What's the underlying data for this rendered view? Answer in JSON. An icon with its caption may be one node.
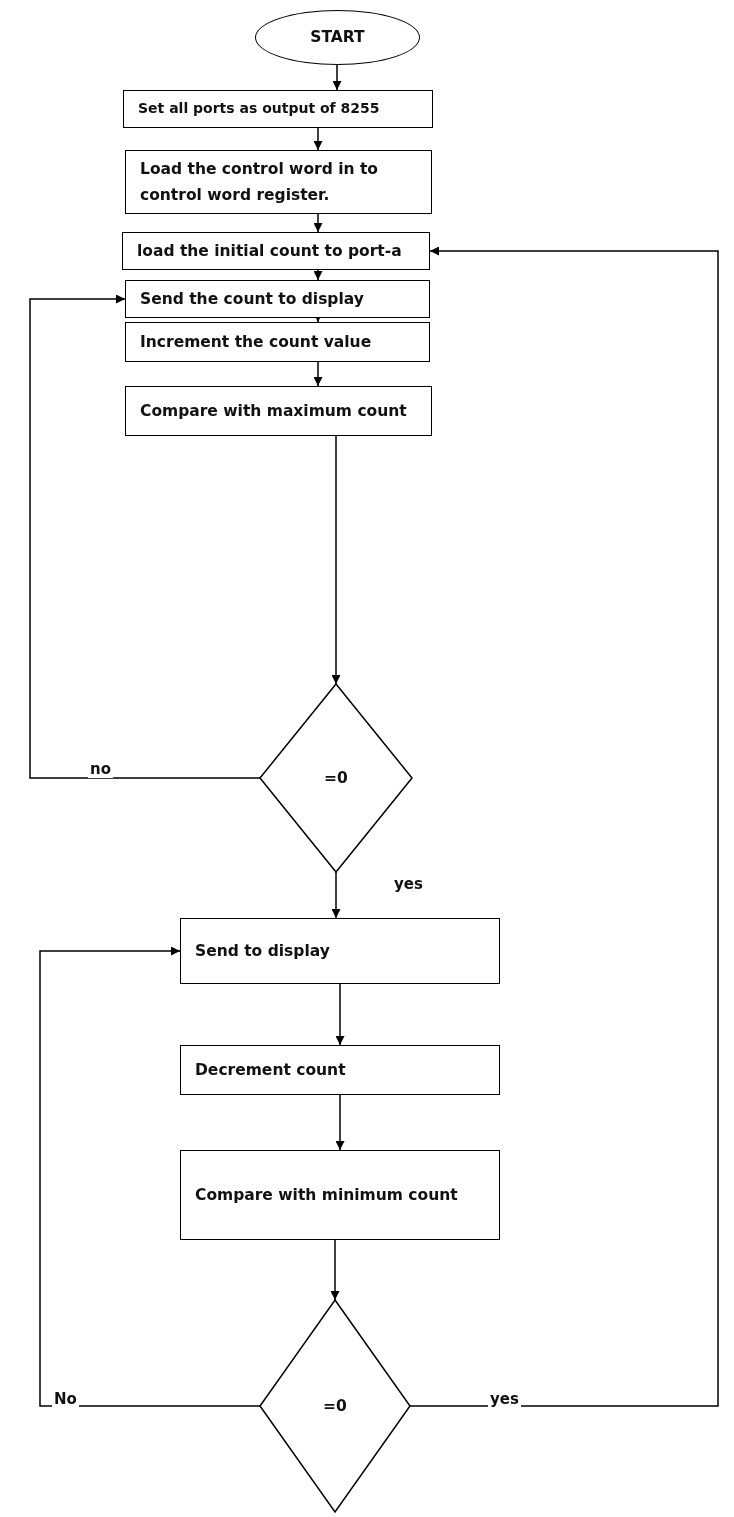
{
  "diagram": {
    "nodes": [
      {
        "text": [
          "START"
        ]
      },
      {
        "text": [
          "Set all ports as output of 8255"
        ]
      },
      {
        "text": [
          "Load the control word in to control word register."
        ]
      },
      {
        "text": [
          "load the initial count to port-a"
        ]
      },
      {
        "text": [
          "Send the count to display"
        ]
      },
      {
        "text": [
          "Increment the count value"
        ]
      },
      {
        "text": [
          "Compare with maximum count"
        ]
      },
      {
        "text": [
          "=0"
        ]
      },
      {
        "text": [
          "Send to display"
        ]
      },
      {
        "text": [
          "Decrement count"
        ]
      },
      {
        "text": [
          "Compare with minimum count"
        ]
      },
      {
        "text": [
          "=0"
        ]
      }
    ],
    "edges": [
      {
        "from": 0,
        "to": 1,
        "arrow": "to"
      },
      {
        "from": 1,
        "to": 2,
        "arrow": "to"
      },
      {
        "from": 2,
        "to": 3,
        "arrow": "to"
      },
      {
        "from": 3,
        "to": 4,
        "arrow": "to"
      },
      {
        "from": 4,
        "to": 5,
        "arrow": "to"
      },
      {
        "from": 5,
        "to": 6,
        "arrow": "to"
      },
      {
        "from": 6,
        "to": 7,
        "arrow": "to"
      },
      {
        "from": 7,
        "to": 4,
        "arrow": "to",
        "label": "no"
      },
      {
        "from": 7,
        "to": 8,
        "arrow": "to",
        "label": "yes"
      },
      {
        "from": 8,
        "to": 9,
        "arrow": "to"
      },
      {
        "from": 9,
        "to": 10,
        "arrow": "to"
      },
      {
        "from": 10,
        "to": 11,
        "arrow": "to"
      },
      {
        "from": 11,
        "to": 8,
        "arrow": "to",
        "label": "No"
      },
      {
        "from": 11,
        "to": 3,
        "arrow": "to",
        "label": "yes"
      }
    ]
  }
}
